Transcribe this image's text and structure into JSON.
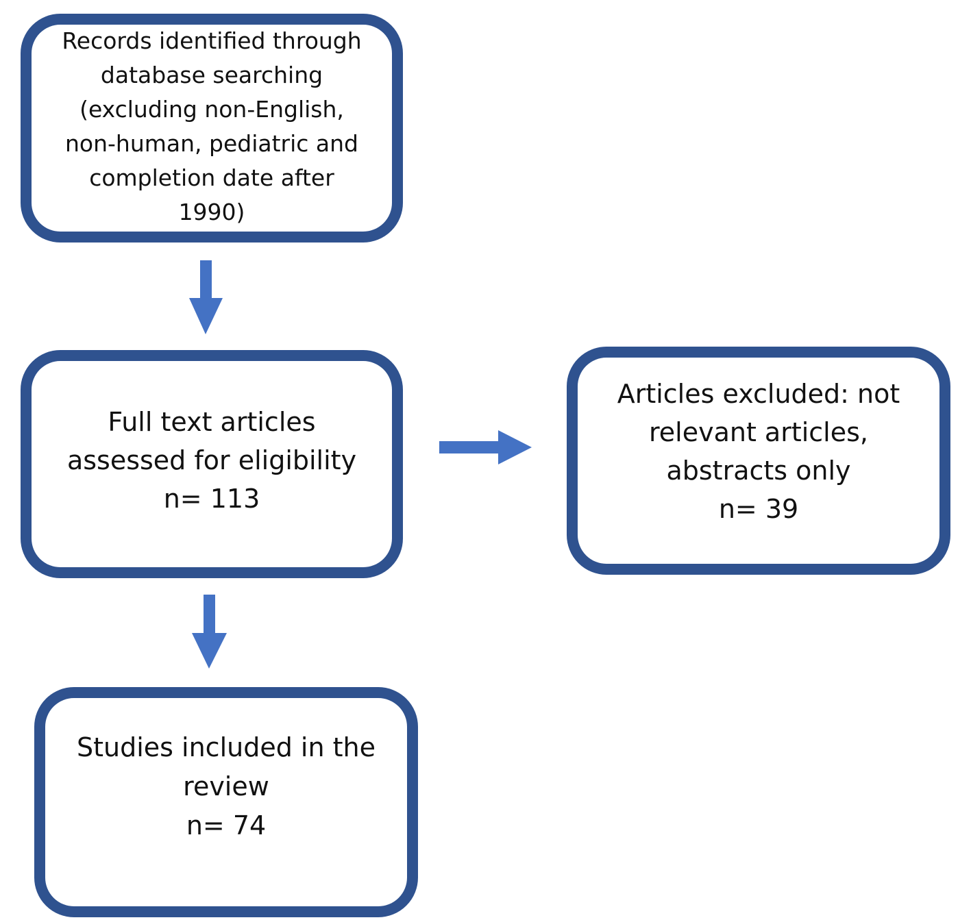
{
  "colors": {
    "box_border": "#2f528f",
    "arrow": "#4472c4",
    "text": "#111111",
    "background": "#ffffff"
  },
  "records_box": {
    "lines": [
      "Records identified through",
      "database searching",
      "(excluding non-English,",
      "non-human, pediatric and",
      "completion date after",
      "1990)"
    ]
  },
  "fulltext_box": {
    "lines": [
      "Full text articles",
      "assessed for eligibility",
      "n= 113"
    ]
  },
  "excluded_box": {
    "lines": [
      "Articles excluded: not",
      "relevant articles,",
      "abstracts only",
      "n= 39"
    ]
  },
  "studies_box": {
    "lines": [
      "Studies included in the",
      "review",
      "n= 74"
    ]
  }
}
